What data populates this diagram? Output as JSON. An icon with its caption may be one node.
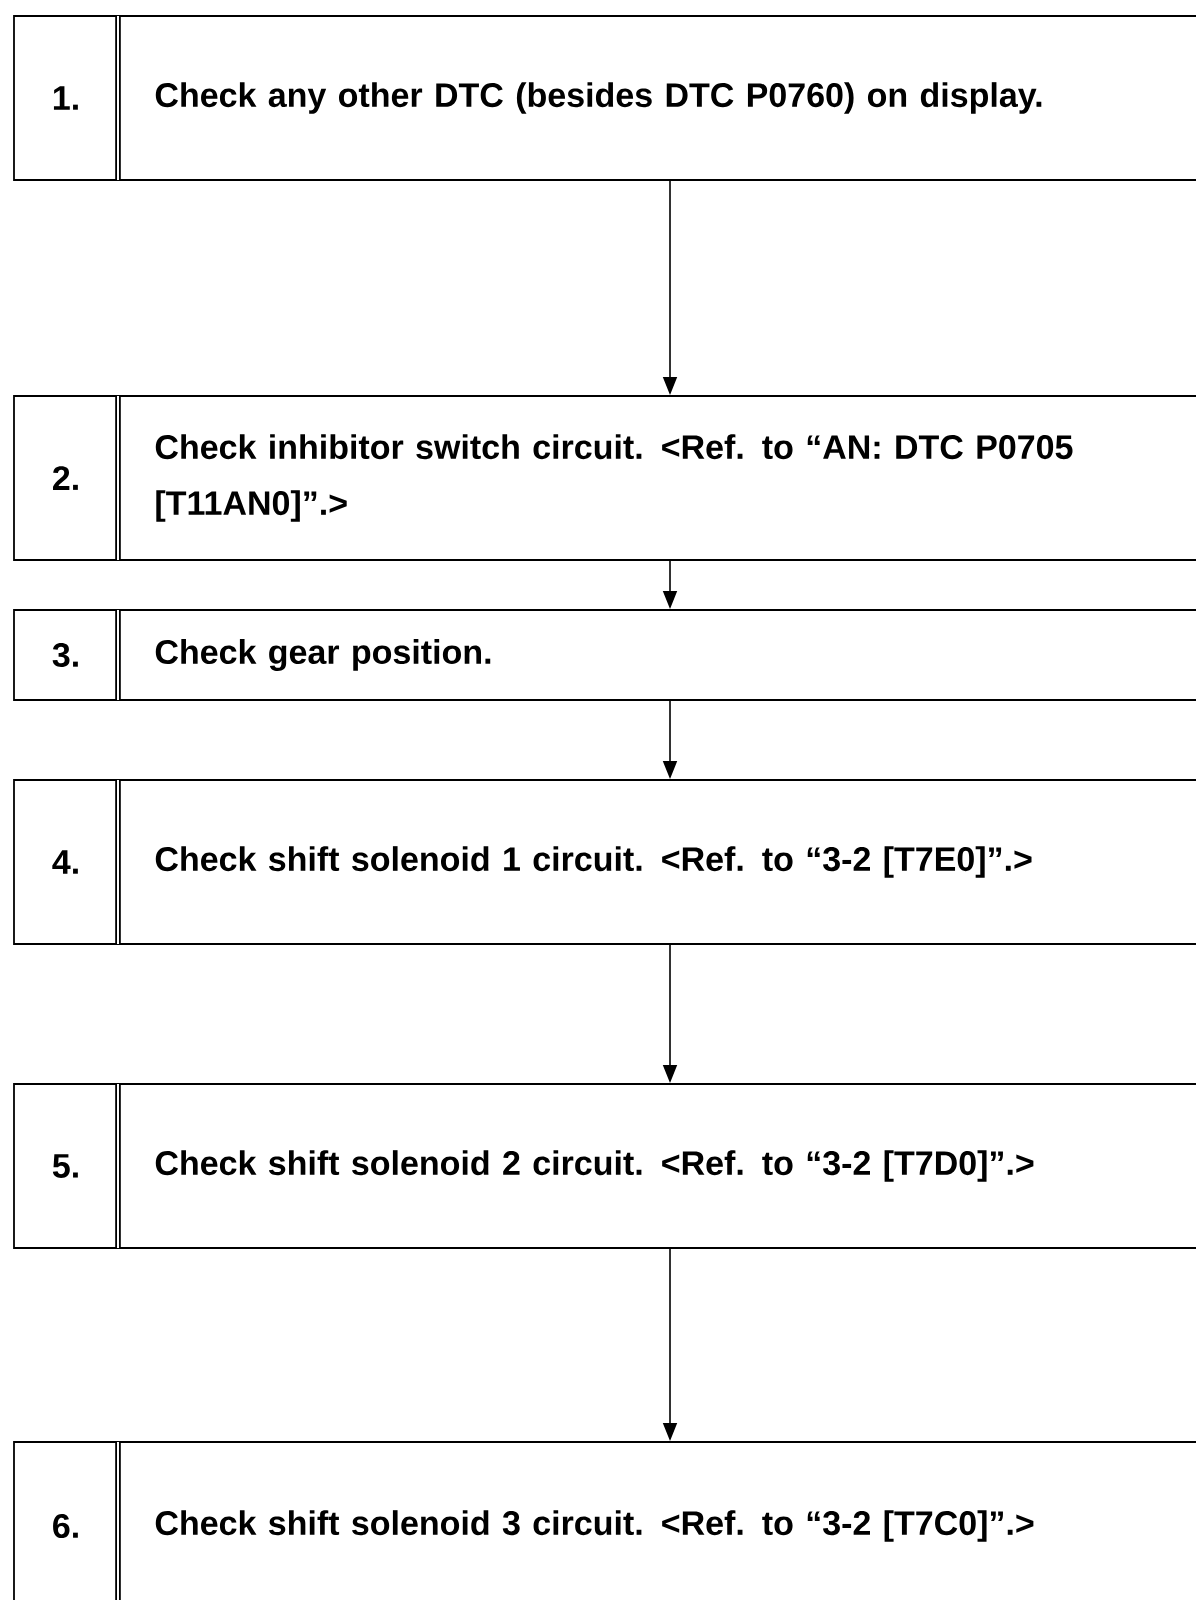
{
  "diagram": {
    "nodes": [
      {
        "text": [
          "1.",
          "Check any other DTC (besides DTC P0760) on display."
        ]
      },
      {
        "text": [
          "2.",
          "Check inhibitor switch circuit. <Ref. to “AN: DTC P0705 [T11AN0]”.>"
        ]
      },
      {
        "text": [
          "3.",
          "Check gear position."
        ]
      },
      {
        "text": [
          "4.",
          "Check shift solenoid 1 circuit. <Ref. to “3-2 [T7E0]”.>"
        ]
      },
      {
        "text": [
          "5.",
          "Check shift solenoid 2 circuit. <Ref. to “3-2 [T7D0]”.>"
        ]
      },
      {
        "text": [
          "6.",
          "Check shift solenoid 3 circuit. <Ref. to “3-2 [T7C0]”.>"
        ]
      }
    ],
    "edges": [
      {
        "from": 0,
        "to": 1,
        "arrow": "to"
      },
      {
        "from": 1,
        "to": 2,
        "arrow": "to"
      },
      {
        "from": 2,
        "to": 3,
        "arrow": "to"
      },
      {
        "from": 3,
        "to": 4,
        "arrow": "to"
      },
      {
        "from": 4,
        "to": 5,
        "arrow": "to"
      }
    ]
  }
}
